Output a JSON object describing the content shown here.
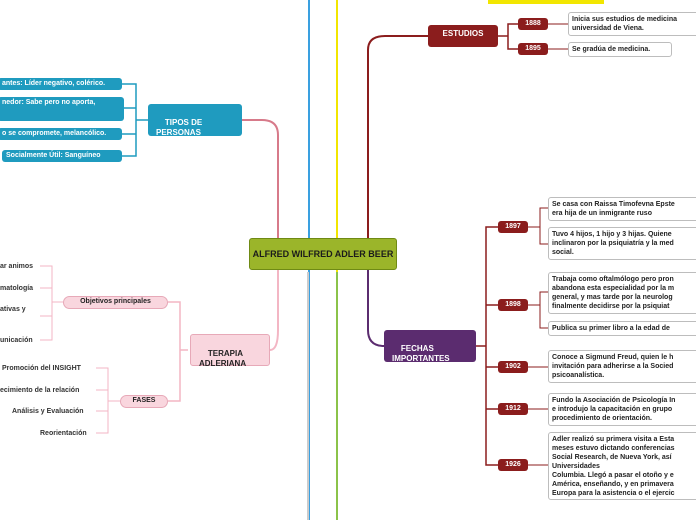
{
  "center": {
    "title": "ALFRED WILFRED ADLER BEER"
  },
  "estudios": {
    "title": "ESTUDIOS",
    "items": [
      {
        "year": "1888",
        "text": "Inicia sus estudios de medicina\nuniversidad de Viena."
      },
      {
        "year": "1895",
        "text": "Se gradúa de medicina."
      }
    ]
  },
  "fechas": {
    "title": "FECHAS\nIMPORTANTES",
    "items": [
      {
        "year": "1897",
        "texts": [
          "Se casa con Raissa Timofevna Epste\nera hija de un inmigrante ruso",
          "Tuvo 4 hijos, 1 hijo y 3 hijas. Quiene\ninclinaron por la psiquiatría y la med\nsocial."
        ]
      },
      {
        "year": "1898",
        "texts": [
          "Trabaja como oftalmólogo pero pron\nabandona esta especialidad por la m\ngeneral, y mas tarde por la neurolog\nfinalmente decidirse por la psiquiat",
          "Publica su primer libro a la edad de"
        ]
      },
      {
        "year": "1902",
        "texts": [
          "Conoce a Sigmund Freud, quien le h\ninvitación para adherirse a la Socied\npsicoanalística."
        ]
      },
      {
        "year": "1912",
        "texts": [
          "Fundo la Asociación de Psicología In\ne introdujo la capacitación en grupo\nprocedimiento de orientación."
        ]
      },
      {
        "year": "1926",
        "texts": [
          "Adler realizó su primera visita a Esta\nmeses estuvo dictando conferencias\nSocial Research, de Nueva York, así\nUniversidades\nColumbia. Llegó a pasar el otoño y e\nAmérica, enseñando, y en primavera\nEuropa para la asistencia o el ejercic"
        ]
      }
    ]
  },
  "tipos": {
    "title": "TIPOS DE\nPERSONAS",
    "items": [
      "antes: Líder negativo, colérico.",
      "nedor: Sabe pero no aporta,\n",
      "o se compromete, melancólico.",
      "Socialmente Útil:  Sanguíneo"
    ]
  },
  "terapia": {
    "title": "TERAPIA\nADLERIANA",
    "objetivos": {
      "label": "Objetivos principales",
      "items": [
        "ar animos",
        "matología",
        "ativas y",
        "unicación"
      ]
    },
    "fases": {
      "label": "FASES",
      "items": [
        "Promoción del INSIGHT",
        "ecimiento de la relación",
        "Análisis y Evaluación",
        "Reorientación"
      ]
    }
  },
  "colors": {
    "estudios": "#8b1d1d",
    "fechas": "#5b2c6f",
    "tipos": "#1f9bbf",
    "terapia": "#f3b6c4",
    "center": "#9bb52a"
  }
}
